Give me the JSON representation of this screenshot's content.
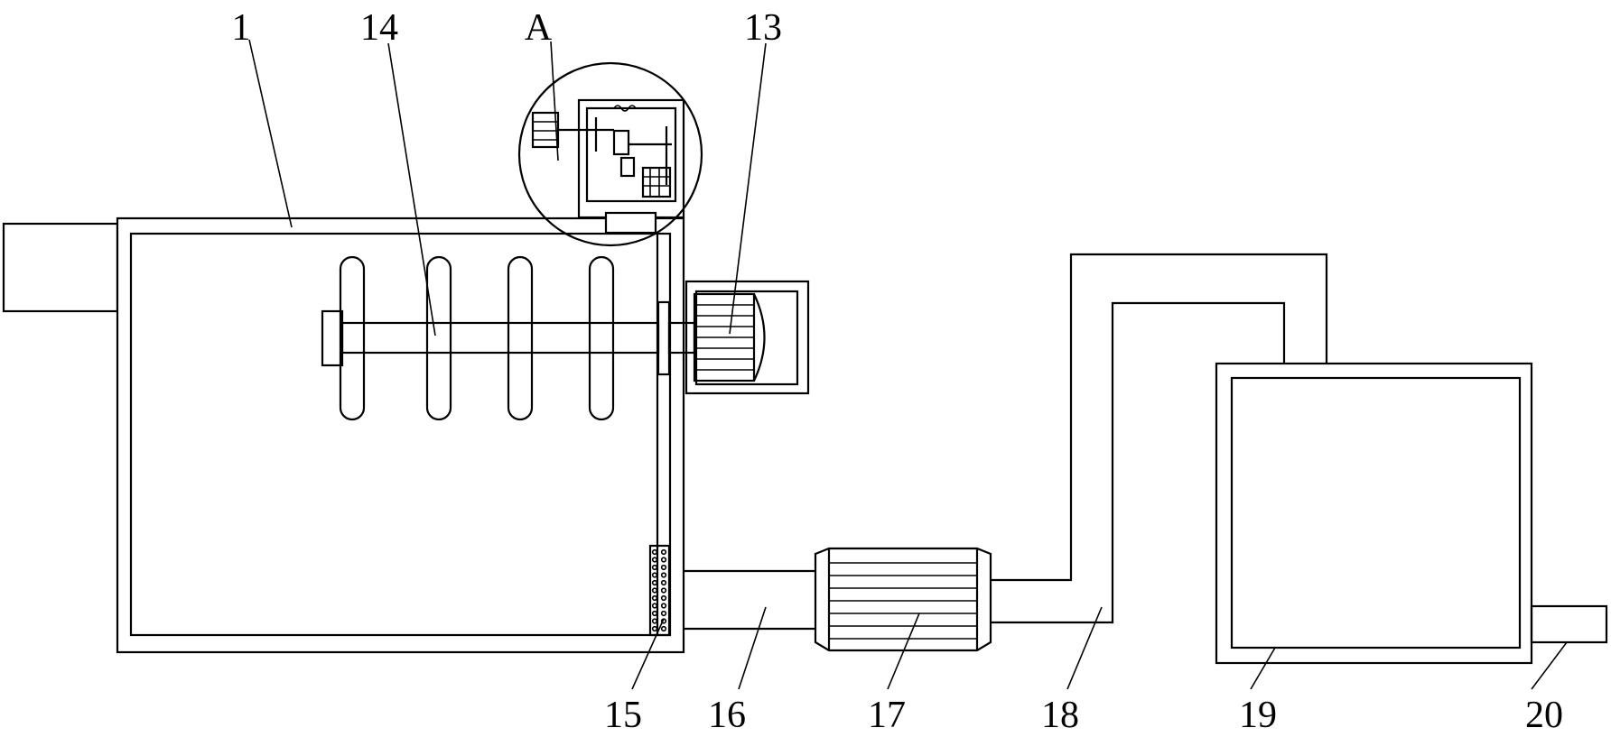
{
  "labels": {
    "l1": "1",
    "l14": "14",
    "lA": "A",
    "l13": "13",
    "l15": "15",
    "l16": "16",
    "l17": "17",
    "l18": "18",
    "l19": "19",
    "l20": "20"
  }
}
